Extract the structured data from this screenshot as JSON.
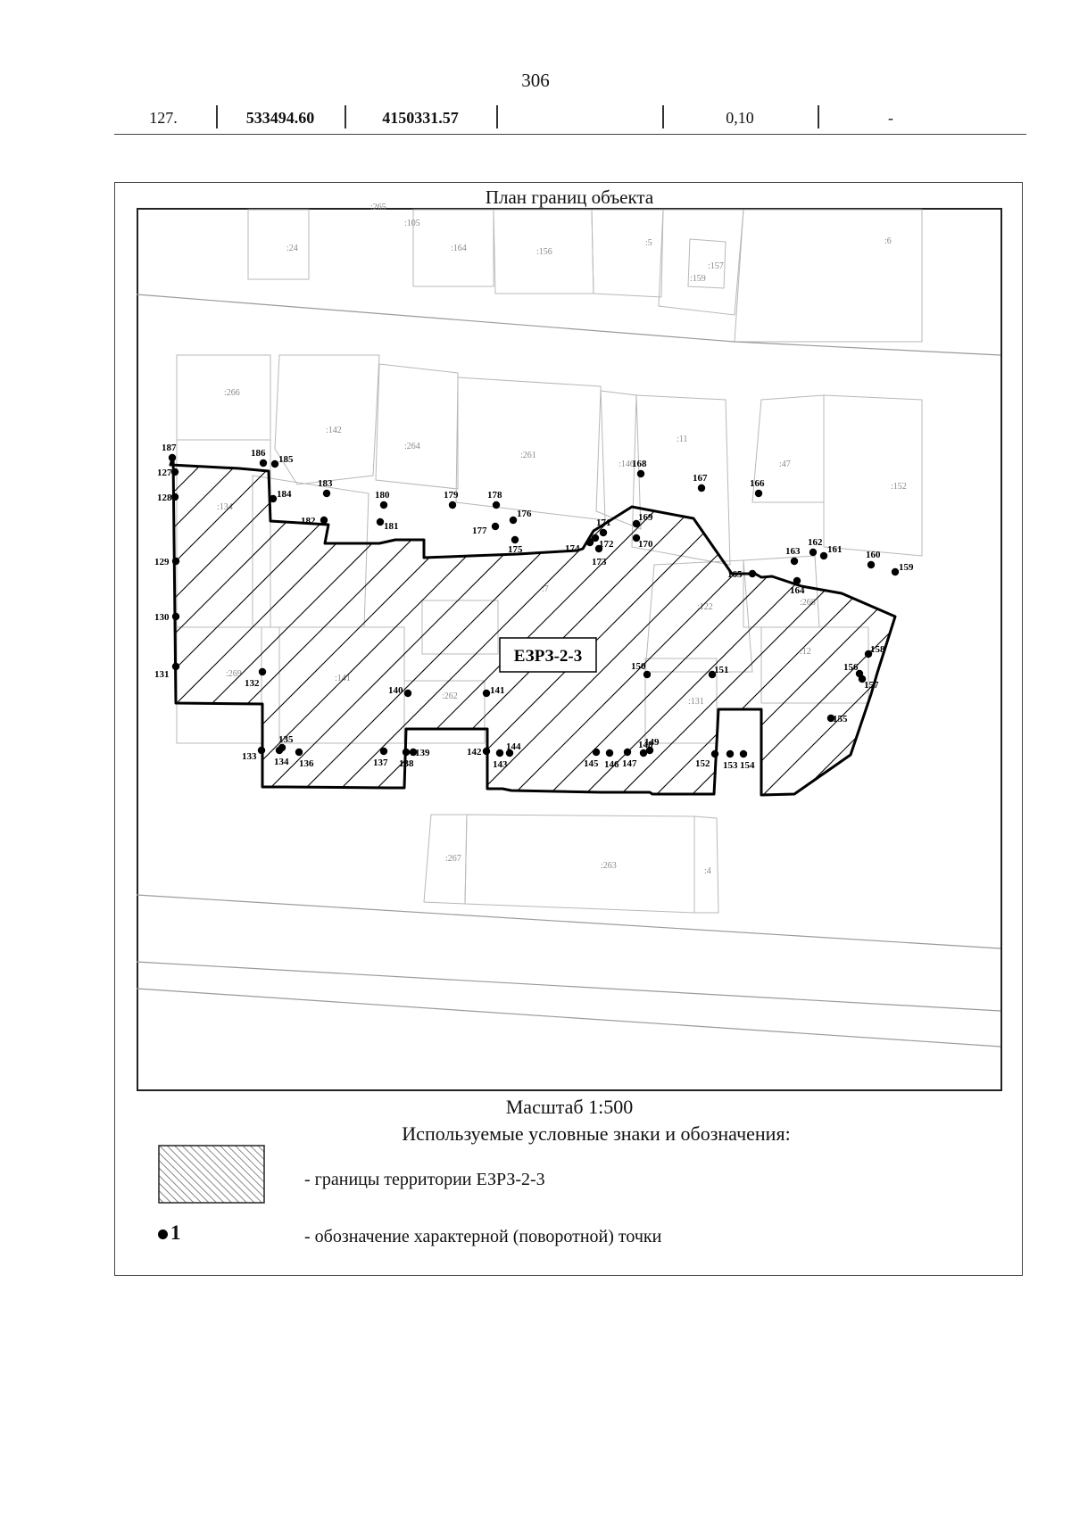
{
  "page_number": "306",
  "coord_row": {
    "number": "127.",
    "x": "533494.60",
    "y": "4150331.57",
    "empty": "",
    "accuracy": "0,10",
    "dash": "-"
  },
  "plan": {
    "title": "План границ объекта",
    "zone_label": "ЕЗРЗ-2-3",
    "scale": "Масштаб 1:500",
    "parcel_labels": [
      ":24",
      ":164",
      ":156",
      ":5",
      ":157",
      ":159",
      ":6",
      ":266",
      ":142",
      ":264",
      ":261",
      ":146",
      ":11",
      ":47",
      ":152",
      ":134",
      ":7",
      ":122",
      ":268",
      ":12",
      ":269",
      ":141",
      ":262",
      ":131",
      ":267",
      ":263",
      ":4",
      ":265",
      ":105"
    ],
    "point_labels": [
      "187",
      "186",
      "185",
      "127",
      "128",
      "184",
      "183",
      "182",
      "180",
      "181",
      "179",
      "178",
      "177",
      "176",
      "175",
      "171",
      "174",
      "172",
      "173",
      "168",
      "167",
      "166",
      "169",
      "170",
      "163",
      "162",
      "161",
      "160",
      "159",
      "165",
      "164",
      "129",
      "130",
      "131",
      "132",
      "133",
      "134",
      "135",
      "136",
      "137",
      "138",
      "139",
      "140",
      "141",
      "142",
      "143",
      "144",
      "145",
      "146",
      "147",
      "148",
      "149",
      "150",
      "151",
      "152",
      "153",
      "154",
      "155",
      "156",
      "157",
      "158"
    ]
  },
  "legend": {
    "heading": "Используемые условные знаки и обозначения:",
    "item_territory": "- границы территории ЕЗРЗ-2-3",
    "point_example": "1",
    "item_point": "- обозначение характерной (поворотной) точки"
  }
}
